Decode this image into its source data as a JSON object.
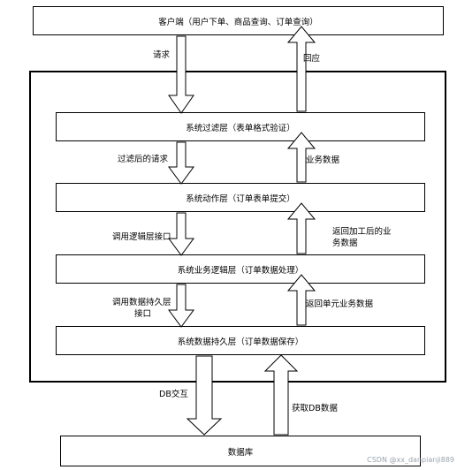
{
  "nodes": {
    "client": "客户端（用户下单、商品查询、订单查询）",
    "filter_layer": "系统过滤层（表单格式验证）",
    "action_layer": "系统动作层（订单表单提交）",
    "logic_layer": "系统业务逻辑层（订单数据处理）",
    "persist_layer": "系统数据持久层（订单数据保存）",
    "database": "数据库"
  },
  "edges": {
    "request": "请求",
    "response": "回应",
    "filtered_request": "过滤后的请求",
    "business_data": "业务数据",
    "call_logic_api": "调用逻辑层接口",
    "return_processed_line1": "返回加工后的业",
    "return_processed_line2": "务数据",
    "call_persist_api_line1": "调用数据持久层",
    "call_persist_api_line2": "接口",
    "return_unit_data": "返回单元业务数据",
    "db_interaction": "DB交互",
    "fetch_db_data": "获取DB数据"
  },
  "watermark": "CSDN @xx_danpianji889"
}
